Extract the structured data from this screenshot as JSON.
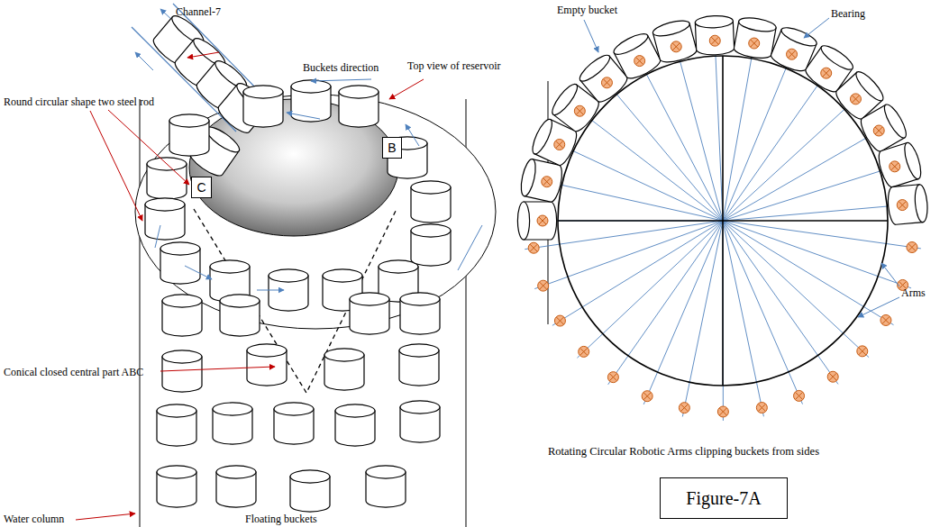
{
  "diagram": {
    "caption": "Rotating Circular Robotic Arms clipping buckets from sides",
    "nodes": [
      {
        "text": [
          "C"
        ]
      },
      {
        "text": [
          "B"
        ]
      },
      {
        "text": [
          "Figure-7A"
        ]
      }
    ],
    "labels": [
      "Channel-7",
      "Buckets direction",
      "Top view of reservoir",
      "Round circular shape two steel rod",
      "Conical closed central part ABC",
      "Water column",
      "Floating buckets",
      "Empty bucket",
      "Bearing",
      "Arms"
    ]
  }
}
